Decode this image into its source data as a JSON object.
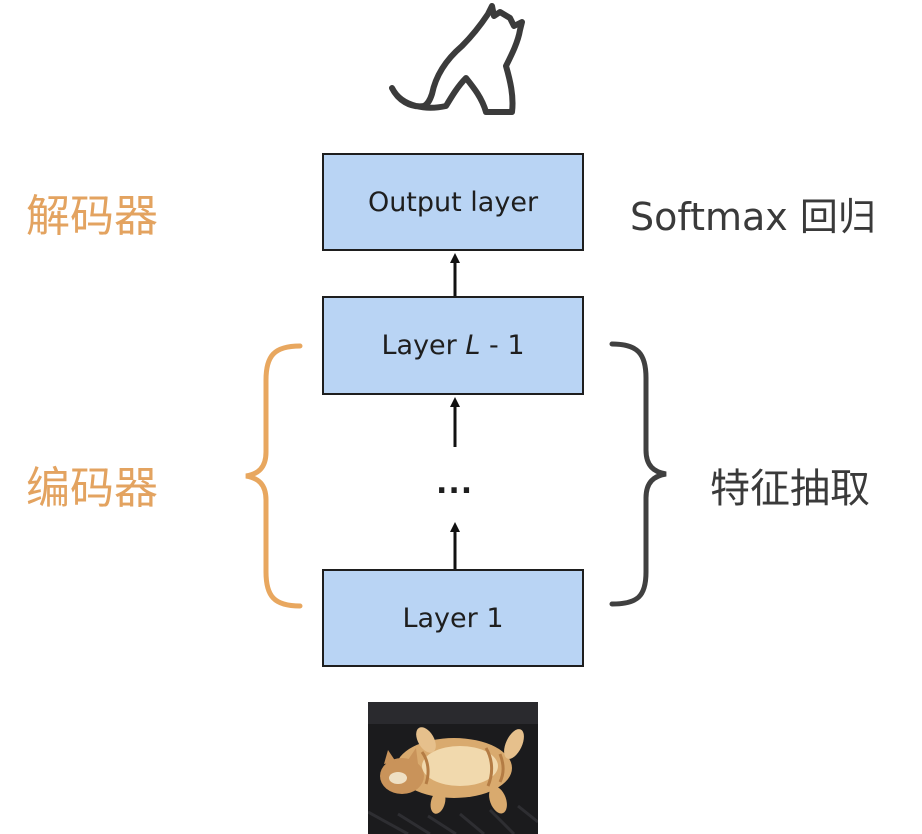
{
  "labels": {
    "decoder": "解码器",
    "encoder": "编码器",
    "softmax": "Softmax 回归",
    "feature_extraction": "特征抽取"
  },
  "layers": {
    "output": "Output layer",
    "layer_l_minus_1_prefix": "Layer ",
    "layer_l_minus_1_var": "L",
    "layer_l_minus_1_suffix": " - 1",
    "layer_1": "Layer 1"
  },
  "ellipsis": "...",
  "colors": {
    "box_fill": "#b9d4f4",
    "box_border": "#1e1e1e",
    "orange_label": "#e3a360",
    "dark_label": "#3a3a3a",
    "left_brace": "#e8a75f",
    "right_brace": "#404040"
  },
  "icons": {
    "output_icon": "cat-silhouette-icon",
    "input_image": "cat-photo"
  }
}
